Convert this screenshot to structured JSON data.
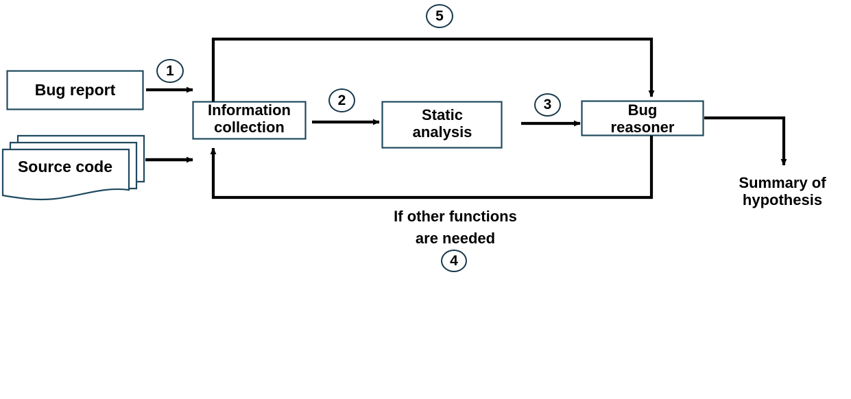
{
  "diagram": {
    "title": "Bug reasoning pipeline flowchart",
    "colors": {
      "box_stroke": "#1f4a5e",
      "arrow": "#000000",
      "badge_stroke": "#17384a",
      "text": "#000000",
      "background": "#ffffff"
    },
    "nodes": [
      {
        "id": "bug-report",
        "label": "Bug report",
        "lines": [
          "Bug report"
        ],
        "shape": "rectangle"
      },
      {
        "id": "source-code",
        "label": "Source code",
        "lines": [
          "Source code"
        ],
        "shape": "document-stack"
      },
      {
        "id": "info-collection",
        "label": "Information collection",
        "lines": [
          "Information",
          "collection"
        ],
        "shape": "rectangle"
      },
      {
        "id": "static-analysis",
        "label": "Static analysis",
        "lines": [
          "Static",
          "analysis"
        ],
        "shape": "rectangle"
      },
      {
        "id": "bug-reasoner",
        "label": "Bug reasoner",
        "lines": [
          "Bug",
          "reasoner"
        ],
        "shape": "rectangle"
      },
      {
        "id": "summary",
        "label": "Summary of hypothesis",
        "lines": [
          "Summary of",
          "hypothesis"
        ],
        "shape": "text"
      }
    ],
    "edges": [
      {
        "id": "edge-1",
        "badge": "1",
        "from": "bug-report",
        "to": "info-collection",
        "label": ""
      },
      {
        "id": "edge-2",
        "badge": "2",
        "from": "info-collection",
        "to": "static-analysis",
        "label": ""
      },
      {
        "id": "edge-3",
        "badge": "3",
        "from": "static-analysis",
        "to": "bug-reasoner",
        "label": ""
      },
      {
        "id": "edge-4",
        "badge": "4",
        "from": "bug-reasoner",
        "to": "info-collection",
        "label": "If other functions are needed"
      },
      {
        "id": "edge-5",
        "badge": "5",
        "from": "info-collection",
        "to": "bug-reasoner",
        "label": ""
      },
      {
        "id": "edge-source",
        "badge": "",
        "from": "source-code",
        "to": "info-collection",
        "label": ""
      },
      {
        "id": "edge-output",
        "badge": "",
        "from": "bug-reasoner",
        "to": "summary",
        "label": ""
      }
    ],
    "badges": {
      "one": "1",
      "two": "2",
      "three": "3",
      "four": "4",
      "five": "5"
    },
    "captions": {
      "other_functions_line1": "If other functions",
      "other_functions_line2": "are needed"
    }
  }
}
